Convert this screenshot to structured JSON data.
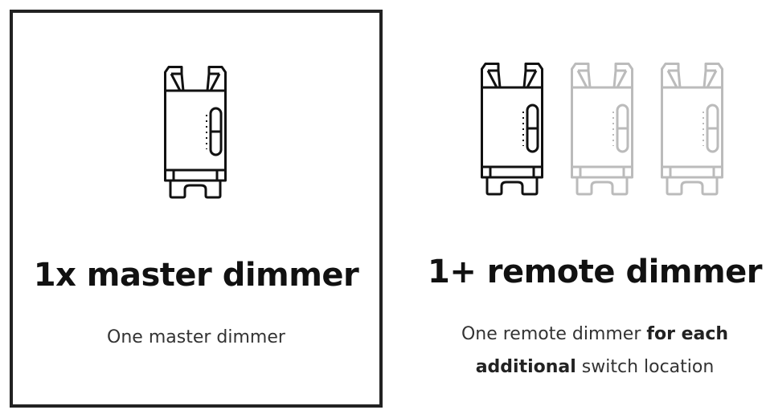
{
  "colors": {
    "active_icon": "#111111",
    "inactive_icon": "#bbbbbb",
    "frame": "#222222"
  },
  "master": {
    "icon": "dimmer-switch-icon",
    "title": "1x master dimmer",
    "subtitle": "One master dimmer"
  },
  "remote": {
    "icons": [
      "dimmer-switch-icon",
      "dimmer-switch-icon-faded",
      "dimmer-switch-icon-faded"
    ],
    "title": "1+ remote dimmer",
    "subtitle_pre": "One remote dimmer ",
    "subtitle_bold1": "for each",
    "subtitle_bold2": "additional",
    "subtitle_post": " switch location"
  }
}
